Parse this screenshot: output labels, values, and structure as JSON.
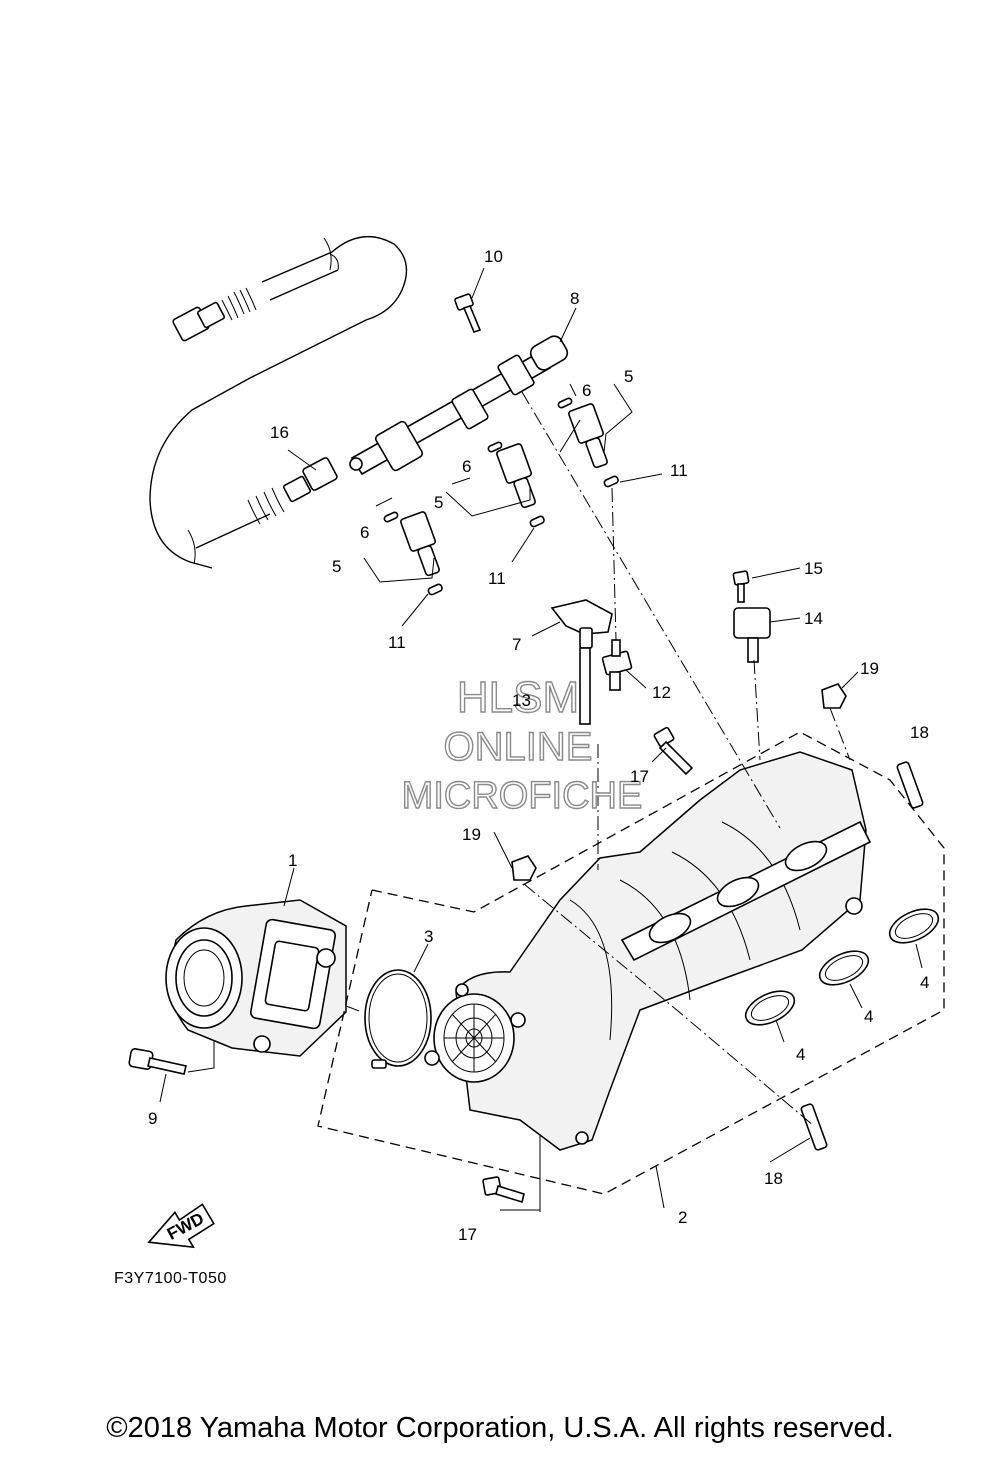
{
  "diagram": {
    "figure_code": "F3Y7100-T050",
    "copyright": "©2018 Yamaha Motor Corporation, U.S.A. All rights reserved.",
    "fwd_label": "FWD",
    "watermark": {
      "line1": "HLSM",
      "line2": "ONLINE",
      "line3": "MICROFICHE"
    },
    "callouts": [
      {
        "id": "c1",
        "label": "1"
      },
      {
        "id": "c2",
        "label": "2"
      },
      {
        "id": "c3",
        "label": "3"
      },
      {
        "id": "c4a",
        "label": "4"
      },
      {
        "id": "c4b",
        "label": "4"
      },
      {
        "id": "c4c",
        "label": "4"
      },
      {
        "id": "c5a",
        "label": "5"
      },
      {
        "id": "c5b",
        "label": "5"
      },
      {
        "id": "c5c",
        "label": "5"
      },
      {
        "id": "c6a",
        "label": "6"
      },
      {
        "id": "c6b",
        "label": "6"
      },
      {
        "id": "c6c",
        "label": "6"
      },
      {
        "id": "c7",
        "label": "7"
      },
      {
        "id": "c8",
        "label": "8"
      },
      {
        "id": "c9",
        "label": "9"
      },
      {
        "id": "c10",
        "label": "10"
      },
      {
        "id": "c11a",
        "label": "11"
      },
      {
        "id": "c11b",
        "label": "11"
      },
      {
        "id": "c11c",
        "label": "11"
      },
      {
        "id": "c12",
        "label": "12"
      },
      {
        "id": "c13",
        "label": "13"
      },
      {
        "id": "c14",
        "label": "14"
      },
      {
        "id": "c15",
        "label": "15"
      },
      {
        "id": "c16",
        "label": "16"
      },
      {
        "id": "c17a",
        "label": "17"
      },
      {
        "id": "c17b",
        "label": "17"
      },
      {
        "id": "c18a",
        "label": "18"
      },
      {
        "id": "c18b",
        "label": "18"
      },
      {
        "id": "c19a",
        "label": "19"
      },
      {
        "id": "c19b",
        "label": "19"
      }
    ]
  }
}
